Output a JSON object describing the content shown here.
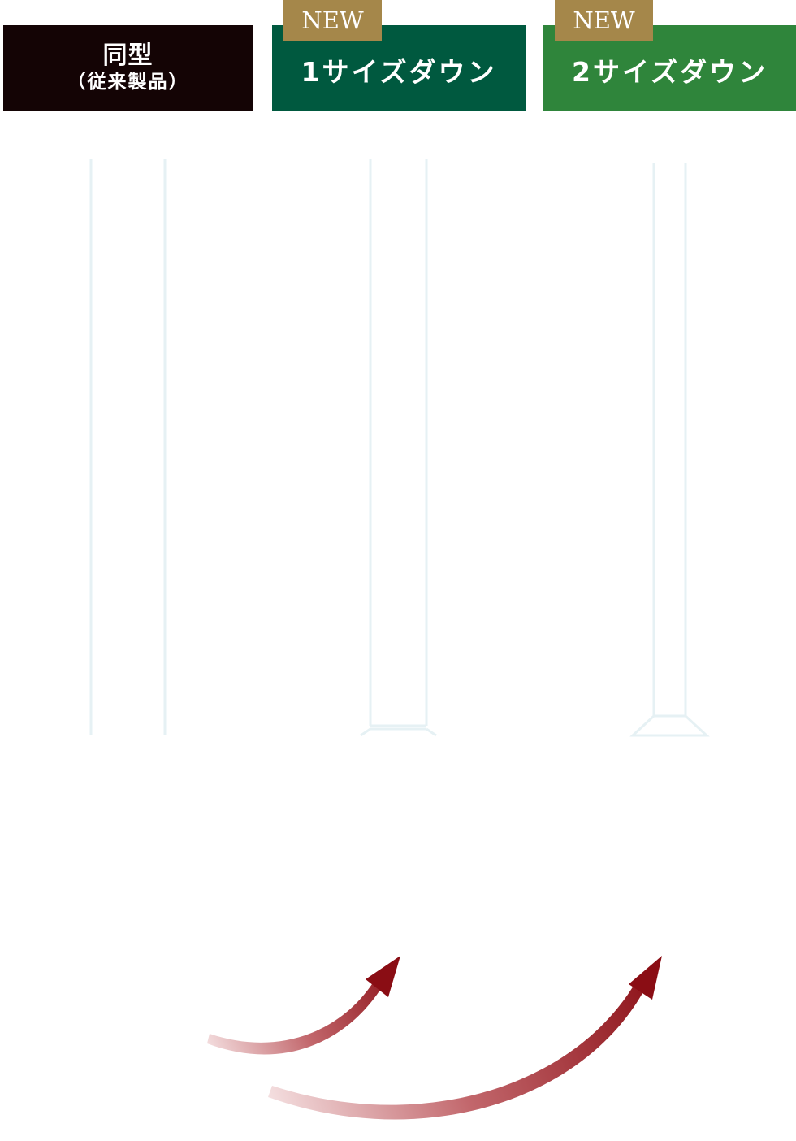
{
  "headers": {
    "same": {
      "main": "同型",
      "sub": "（従来製品）"
    },
    "one_down": {
      "badge": "NEW",
      "main": "1サイズダウン"
    },
    "two_down": {
      "badge": "NEW",
      "main": "2サイズダウン"
    }
  },
  "colors": {
    "same_header_bg": "#140405",
    "one_down_header_bg": "#00593f",
    "two_down_header_bg": "#2f853b",
    "new_badge_bg": "#a5874a",
    "outline_stroke": "#e6f1f4",
    "arrow_dark": "#8a0d14",
    "arrow_light": "#f4dfe0"
  },
  "icons": {
    "arrow_one": "curved-arrow-up-right-icon",
    "arrow_two": "curved-arrow-up-right-icon"
  }
}
